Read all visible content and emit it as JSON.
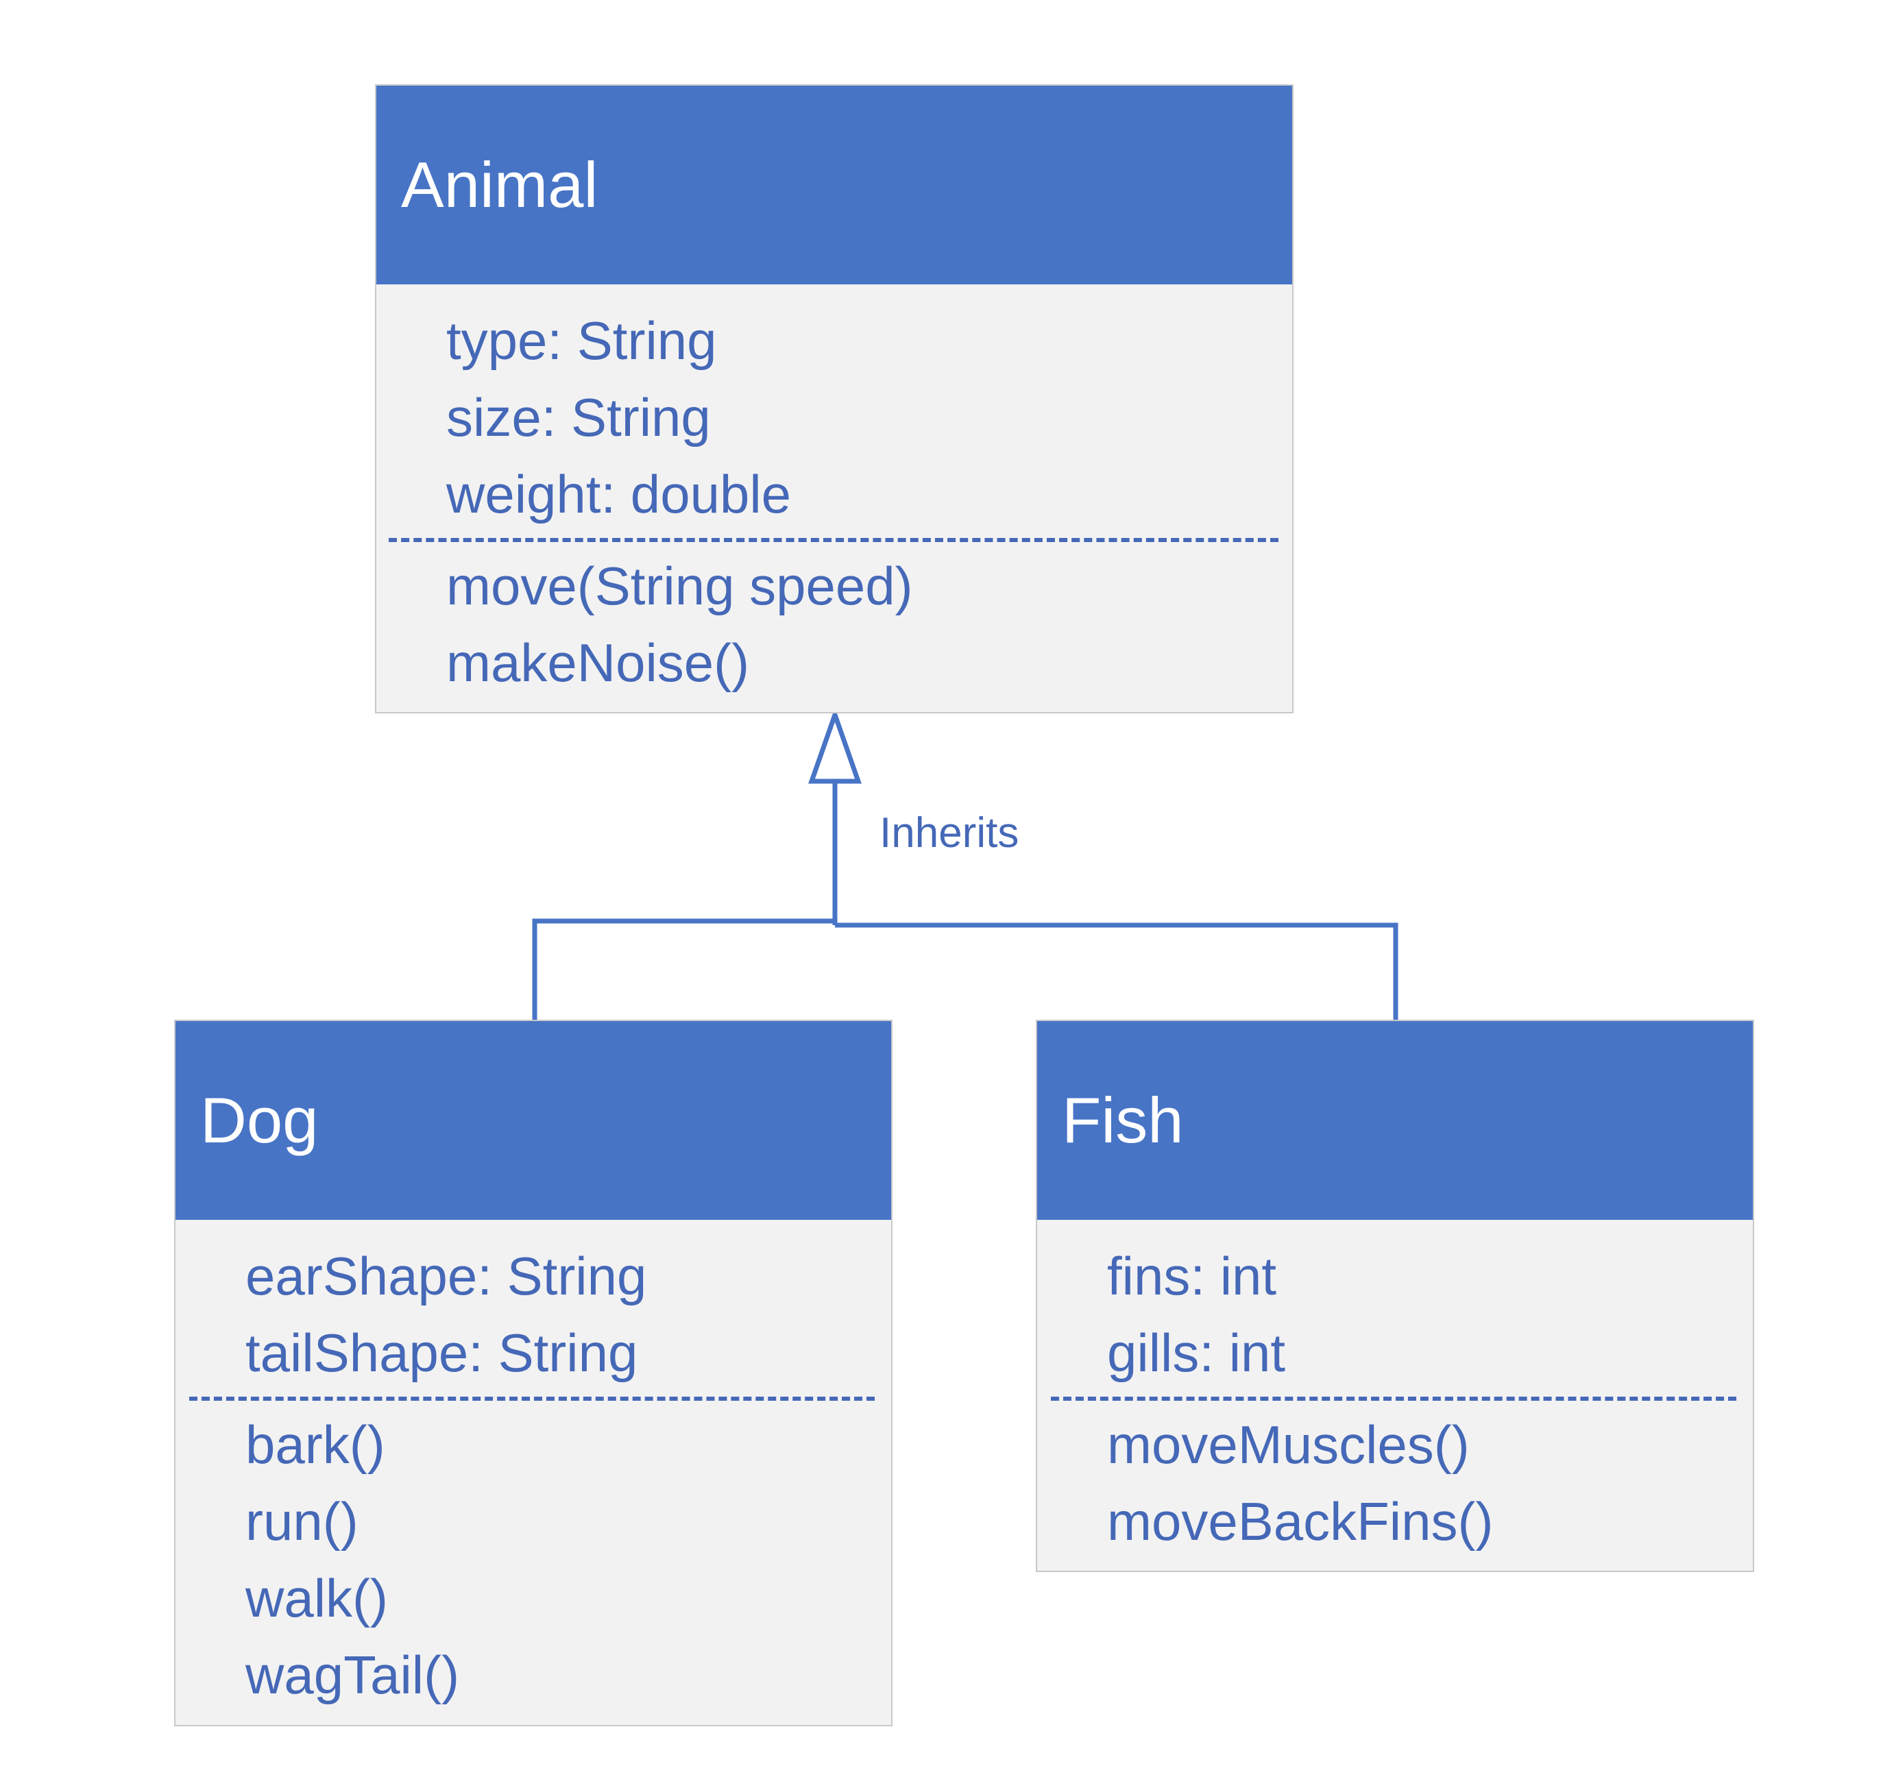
{
  "classes": {
    "animal": {
      "name": "Animal",
      "attributes": [
        "type: String",
        "size: String",
        "weight: double"
      ],
      "methods": [
        "move(String speed)",
        "makeNoise()"
      ]
    },
    "dog": {
      "name": "Dog",
      "attributes": [
        "earShape: String",
        "tailShape: String"
      ],
      "methods": [
        "bark()",
        "run()",
        "walk()",
        "wagTail()"
      ]
    },
    "fish": {
      "name": "Fish",
      "attributes": [
        "fins: int",
        "gills: int"
      ],
      "methods": [
        "moveMuscles()",
        "moveBackFins()"
      ]
    }
  },
  "relation": {
    "label": "Inherits"
  },
  "colors": {
    "header": "#4874c6",
    "text": "#4568b7",
    "body": "#f2f2f2",
    "line": "#4874c6"
  }
}
